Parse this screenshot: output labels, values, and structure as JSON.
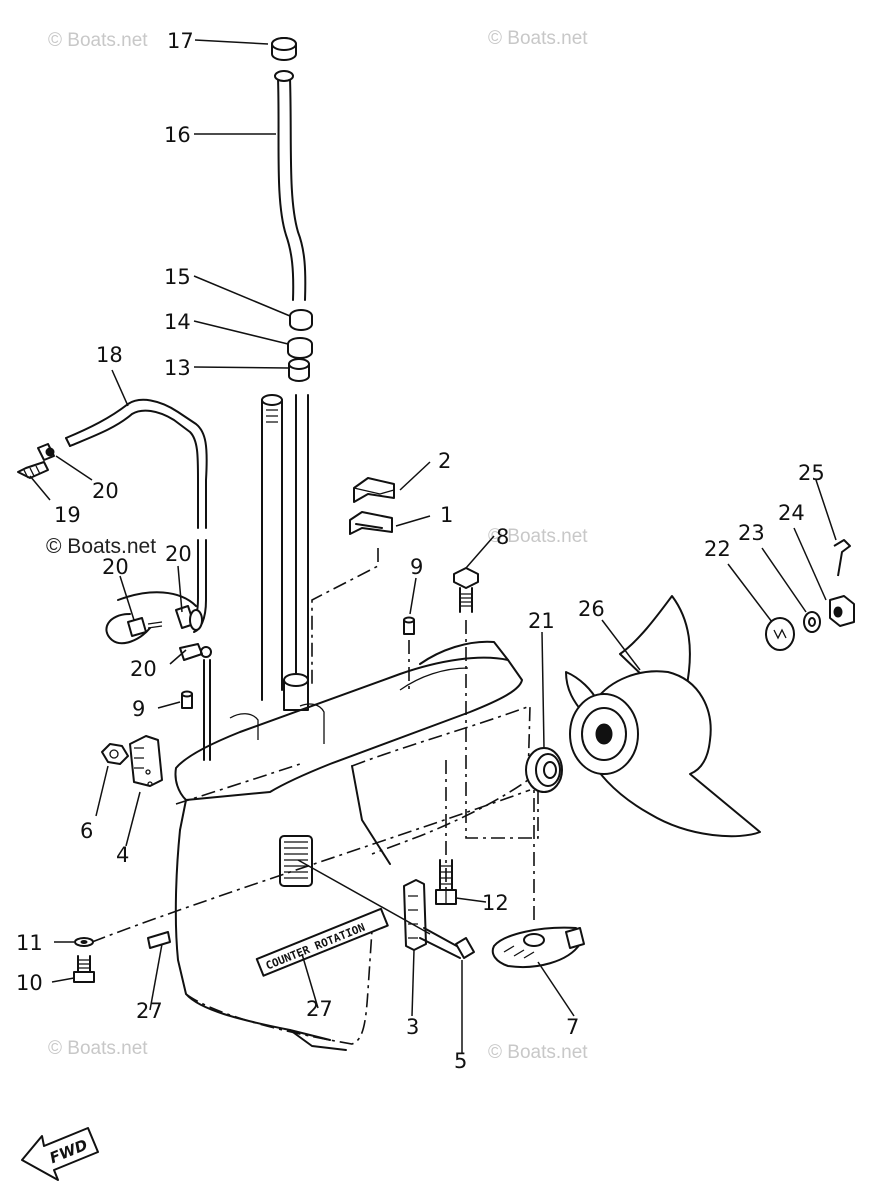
{
  "watermarks": {
    "top_left": "© Boats.net",
    "top_right": "© Boats.net",
    "mid_left": "© Boats.net",
    "mid_right": "© Boats.net",
    "bottom_left": "© Boats.net",
    "bottom_right": "© Boats.net"
  },
  "callouts": {
    "c17": "17",
    "c16": "16",
    "c15": "15",
    "c14": "14",
    "c13": "13",
    "c18": "18",
    "c20a": "20",
    "c19": "19",
    "c20b": "20",
    "c20c": "20",
    "c20d": "20",
    "c2": "2",
    "c1": "1",
    "c8": "8",
    "c9a": "9",
    "c9b": "9",
    "c25": "25",
    "c24": "24",
    "c23": "23",
    "c22": "22",
    "c21": "21",
    "c26": "26",
    "c6": "6",
    "c4": "4",
    "c11": "11",
    "c10": "10",
    "c12": "12",
    "c27a": "27",
    "c27b": "27",
    "c3": "3",
    "c7": "7",
    "c5": "5"
  },
  "decal_text": "COUNTER ROTATION",
  "fwd_badge": "FWD"
}
